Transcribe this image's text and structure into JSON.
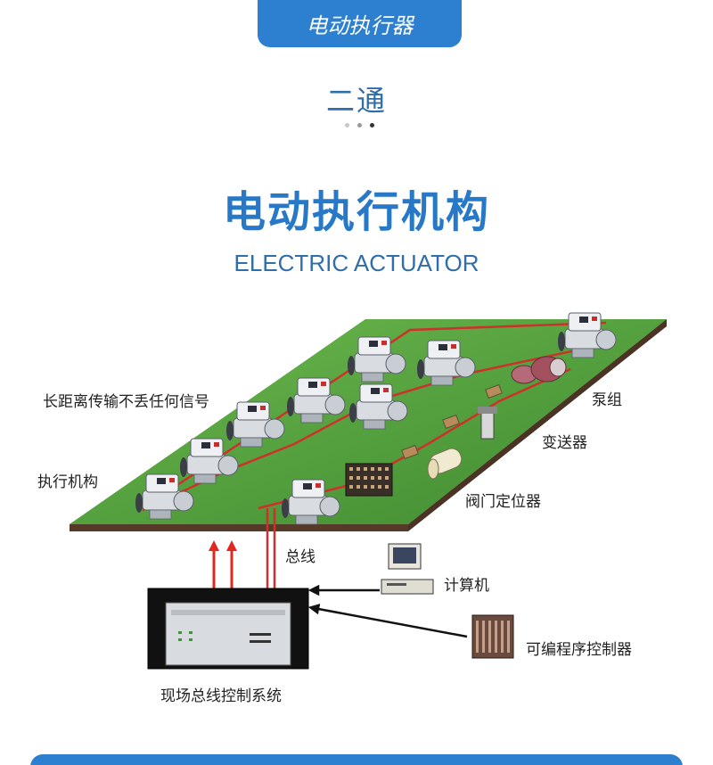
{
  "header": {
    "pill_label": "电动执行器",
    "section_title": "二通"
  },
  "title": {
    "cn": "电动执行机构",
    "en": "ELECTRIC ACTUATOR"
  },
  "diagram": {
    "labels": {
      "long_distance": "长距离传输不丢任何信号",
      "actuator": "执行机构",
      "pump": "泵组",
      "transmitter": "变送器",
      "valve_positioner": "阀门定位器",
      "bus": "总线",
      "computer": "计算机",
      "plc": "可编程序控制器",
      "fieldbus_system": "现场总线控制系统"
    }
  },
  "colors": {
    "brand_blue": "#2d7fcf",
    "board_green": "#5aa040",
    "bus_red": "#d0302a",
    "arrow_red": "#e0281e"
  }
}
